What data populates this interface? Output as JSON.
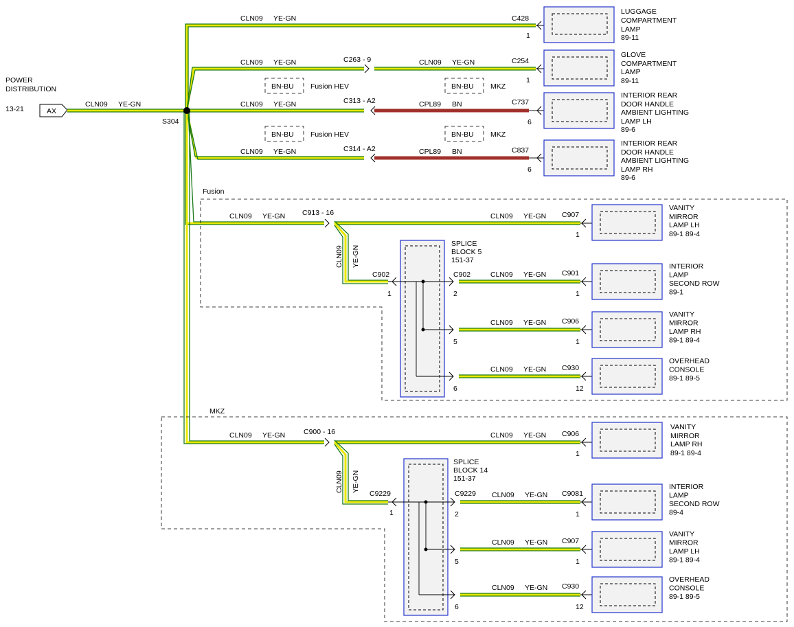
{
  "source": {
    "title_line1": "POWER",
    "title_line2": "DISTRIBUTION",
    "ref": "13-21",
    "connector": "AX",
    "wire": "CLN09",
    "color": "YE-GN",
    "splice": "S304"
  },
  "top_wires": {
    "w1": {
      "circuit": "CLN09",
      "color": "YE-GN",
      "conn": "C428",
      "pin": "1"
    },
    "w2": {
      "circuit": "CLN09",
      "color": "YE-GN",
      "inline": "C263 - 9",
      "circuit2": "CLN09",
      "color2": "YE-GN",
      "conn": "C254",
      "pin": "1"
    },
    "w3": {
      "circuit": "CLN09",
      "color": "YE-GN",
      "inline": "C313 - A2",
      "circuit2": "CPL89",
      "color2": "BN",
      "conn": "C737",
      "pin": "6"
    },
    "w4": {
      "circuit": "CLN09",
      "color": "YE-GN",
      "inline": "C314 - A2",
      "circuit2": "CPL89",
      "color2": "BN",
      "conn": "C837",
      "pin": "6"
    },
    "alt_color": "BN-BU",
    "variant_hev": "Fusion HEV",
    "variant_mkz": "MKZ"
  },
  "components": {
    "luggage": {
      "l1": "LUGGAGE",
      "l2": "COMPARTMENT",
      "l3": "LAMP",
      "ref": "89-11"
    },
    "glove": {
      "l1": "GLOVE",
      "l2": "COMPARTMENT",
      "l3": "LAMP",
      "ref": "89-11"
    },
    "door_lh": {
      "l1": "INTERIOR REAR",
      "l2": "DOOR HANDLE",
      "l3": "AMBIENT LIGHTING",
      "l4": "LAMP LH",
      "ref": "89-6"
    },
    "door_rh": {
      "l1": "INTERIOR REAR",
      "l2": "DOOR HANDLE",
      "l3": "AMBIENT LIGHTING",
      "l4": "LAMP RH",
      "ref": "89-6"
    }
  },
  "fusion": {
    "label": "Fusion",
    "inline": "C913 - 16",
    "main": {
      "circuit": "CLN09",
      "color": "YE-GN",
      "circuit2": "CLN09",
      "color2": "YE-GN",
      "conn": "C907",
      "pin": "1",
      "l1": "VANITY",
      "l2": "MIRROR",
      "l3": "LAMP LH",
      "ref": "89-1   89-4"
    },
    "drop_circuit": "CLN09",
    "drop_color": "YE-GN",
    "splice_l1": "SPLICE",
    "splice_l2": "BLOCK 5",
    "splice_ref": "151-37",
    "in_conn": "C902",
    "in_pin": "1",
    "out_conn": "C902",
    "outs": [
      {
        "pin": "2",
        "circuit": "CLN09",
        "color": "YE-GN",
        "conn": "C901",
        "cpin": "1",
        "l1": "INTERIOR",
        "l2": "LAMP",
        "l3": "SECOND ROW",
        "ref": "89-1"
      },
      {
        "pin": "5",
        "circuit": "CLN09",
        "color": "YE-GN",
        "conn": "C906",
        "cpin": "1",
        "l1": "VANITY",
        "l2": "MIRROR",
        "l3": "LAMP RH",
        "ref": "89-1   89-4"
      },
      {
        "pin": "6",
        "circuit": "CLN09",
        "color": "YE-GN",
        "conn": "C930",
        "cpin": "12",
        "l1": "OVERHEAD",
        "l2": "CONSOLE",
        "l3": "",
        "ref": "89-1   89-5"
      }
    ]
  },
  "mkz": {
    "label": "MKZ",
    "inline": "C900 - 16",
    "main": {
      "circuit": "CLN09",
      "color": "YE-GN",
      "circuit2": "CLN09",
      "color2": "YE-GN",
      "conn": "C906",
      "pin": "1",
      "l1": "VANITY",
      "l2": "MIRROR",
      "l3": "LAMP RH",
      "ref": "89-1   89-4"
    },
    "drop_circuit": "CLN09",
    "drop_color": "YE-GN",
    "splice_l1": "SPLICE",
    "splice_l2": "BLOCK 14",
    "splice_ref": "151-37",
    "in_conn": "C9229",
    "in_pin": "1",
    "out_conn": "C9229",
    "outs": [
      {
        "pin": "2",
        "circuit": "CLN09",
        "color": "YE-GN",
        "conn": "C9081",
        "cpin": "1",
        "l1": "INTERIOR",
        "l2": "LAMP",
        "l3": "SECOND ROW",
        "ref": "89-4"
      },
      {
        "pin": "5",
        "circuit": "",
        "color": "",
        "circuit_b": "CLN09",
        "color_b": "YE-GN",
        "conn": "C907",
        "cpin": "1",
        "l1": "VANITY",
        "l2": "MIRROR",
        "l3": "LAMP LH",
        "ref": "89-1   89-4"
      },
      {
        "pin": "6",
        "circuit": "CLN09",
        "color": "YE-GN",
        "conn": "C930",
        "cpin": "12",
        "l1": "OVERHEAD",
        "l2": "CONSOLE",
        "l3": "",
        "ref": "89-1   89-5"
      }
    ]
  },
  "colors": {
    "yellow": "#e8e800",
    "green": "#1a7a1a",
    "brown": "#a0302a",
    "box_blue": "#2233cc"
  }
}
